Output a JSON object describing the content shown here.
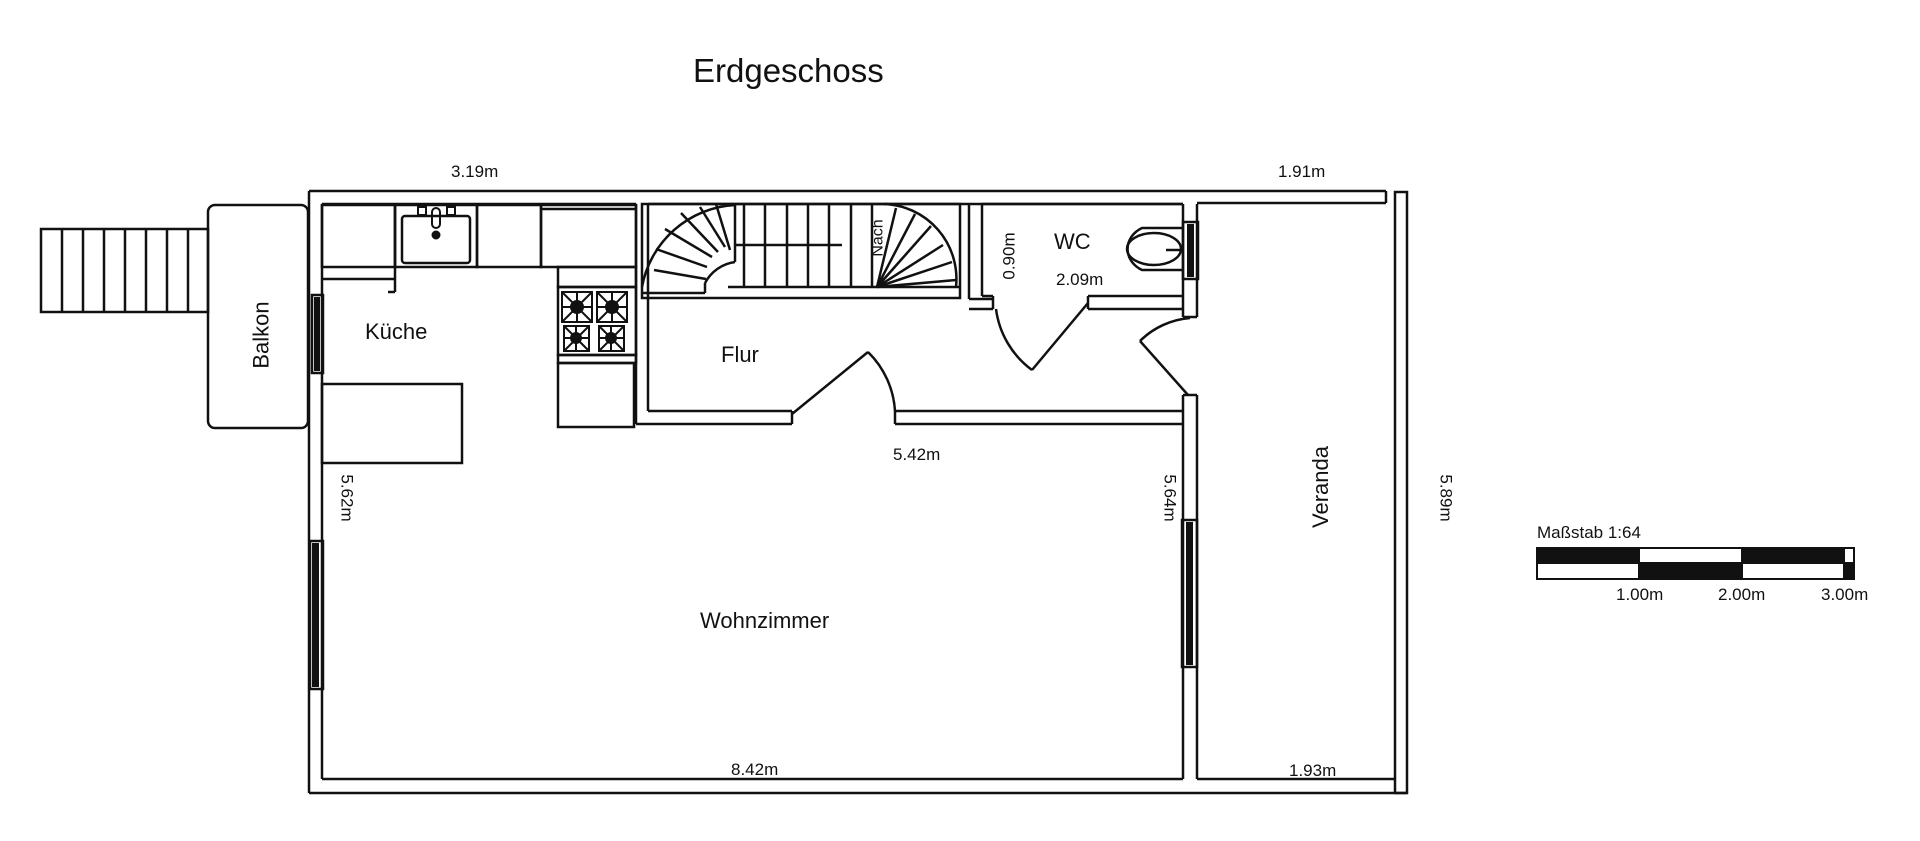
{
  "title": "Erdgeschoss",
  "rooms": {
    "balkon": "Balkon",
    "kueche": "Küche",
    "flur": "Flur",
    "wc": "WC",
    "wohnzimmer": "Wohnzimmer",
    "veranda": "Veranda"
  },
  "stairs_label": "Nach",
  "dimensions": {
    "top_left": "3.19m",
    "top_right": "1.91m",
    "flur_wall": "5.42m",
    "left_wall": "5.62m",
    "wohnzimmer_right": "5.64m",
    "outer_right": "5.89m",
    "bottom": "8.42m",
    "veranda_bottom": "1.93m",
    "wc_width": "2.09m",
    "wc_depth": "0.90m"
  },
  "scale": {
    "label": "Maßstab 1:64",
    "ticks": [
      "1.00m",
      "2.00m",
      "3.00m"
    ]
  },
  "colors": {
    "line": "#111111",
    "background": "#ffffff",
    "window_fill": "#111111"
  }
}
